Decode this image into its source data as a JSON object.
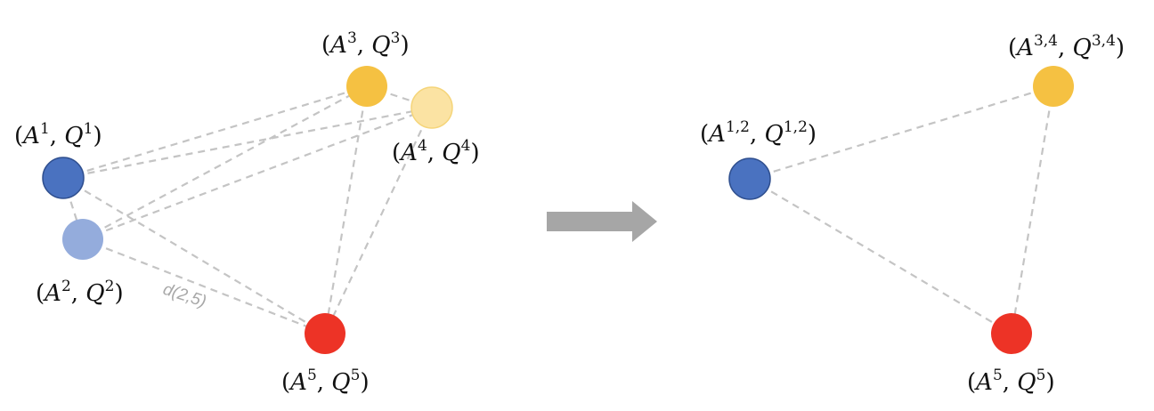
{
  "colors": {
    "dark_blue": "#4a72c0",
    "light_blue": "#94acdc",
    "orange": "#f5c142",
    "light_orange": "#fbe3a3",
    "red": "#ed3326",
    "edge": "#c4c4c4",
    "arrow": "#a6a6a6"
  },
  "left_panel": {
    "nodes": [
      {
        "id": "n1",
        "sup": "1",
        "color": "dark_blue"
      },
      {
        "id": "n2",
        "sup": "2",
        "color": "light_blue"
      },
      {
        "id": "n3",
        "sup": "3",
        "color": "orange"
      },
      {
        "id": "n4",
        "sup": "4",
        "color": "light_orange"
      },
      {
        "id": "n5",
        "sup": "5",
        "color": "red"
      }
    ],
    "edge_label": "d(2,5)"
  },
  "right_panel": {
    "nodes": [
      {
        "id": "m12",
        "sup": "1,2",
        "color": "dark_blue"
      },
      {
        "id": "m34",
        "sup": "3,4",
        "color": "orange"
      },
      {
        "id": "m5",
        "sup": "5",
        "color": "red"
      }
    ]
  },
  "symbols": {
    "A": "A",
    "Q": "Q"
  }
}
